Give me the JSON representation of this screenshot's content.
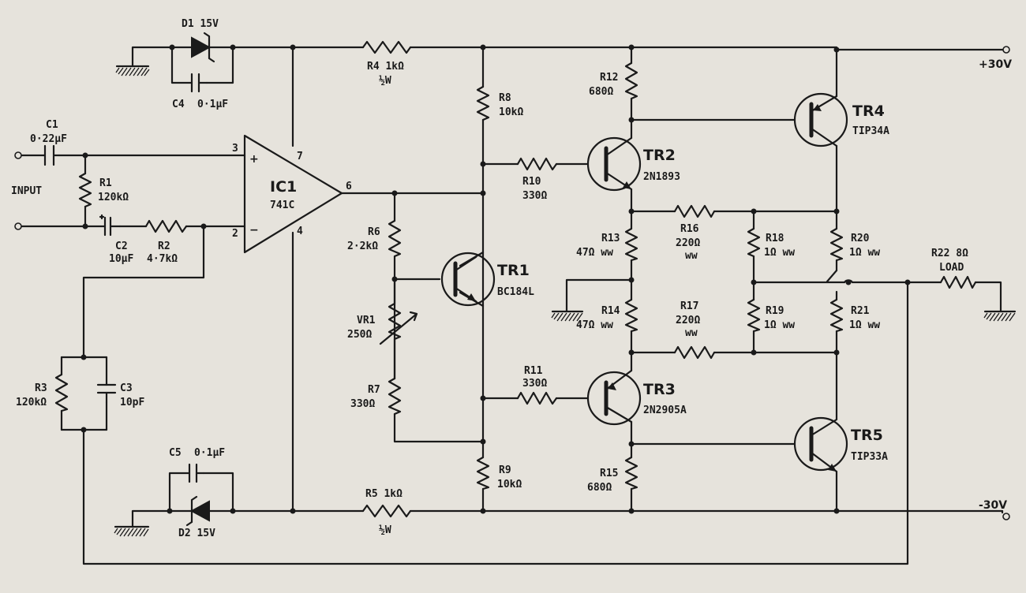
{
  "supply": {
    "pos": "+30V",
    "neg": "-30V"
  },
  "input_label": "INPUT",
  "load": {
    "ref": "R22 8Ω",
    "label": "LOAD"
  },
  "opamp": {
    "ref": "IC1",
    "part": "741C",
    "pins": [
      "3",
      "2",
      "7",
      "4",
      "6"
    ],
    "plus": "+",
    "minus": "−"
  },
  "components": [
    {
      "ref": "C1",
      "value": "0·22μF"
    },
    {
      "ref": "R1",
      "value": "120kΩ"
    },
    {
      "ref": "C2",
      "value": "10μF"
    },
    {
      "ref": "R2",
      "value": "4·7kΩ"
    },
    {
      "ref": "R3",
      "value": "120kΩ"
    },
    {
      "ref": "C3",
      "value": "10pF"
    },
    {
      "ref": "D1 15V",
      "value": ""
    },
    {
      "ref": "C4",
      "value": "0·1μF"
    },
    {
      "ref": "C5",
      "value": "0·1μF"
    },
    {
      "ref": "D2 15V",
      "value": ""
    },
    {
      "ref": "R4 1kΩ",
      "value": "½W"
    },
    {
      "ref": "R5 1kΩ",
      "value": "½W"
    },
    {
      "ref": "R8",
      "value": "10kΩ"
    },
    {
      "ref": "R9",
      "value": "10kΩ"
    },
    {
      "ref": "R6",
      "value": "2·2kΩ"
    },
    {
      "ref": "VR1",
      "value": "250Ω"
    },
    {
      "ref": "R7",
      "value": "330Ω"
    },
    {
      "ref": "R10",
      "value": "330Ω"
    },
    {
      "ref": "R11",
      "value": "330Ω"
    },
    {
      "ref": "R12",
      "value": "680Ω"
    },
    {
      "ref": "R13",
      "value": "47Ω ww"
    },
    {
      "ref": "R14",
      "value": "47Ω ww"
    },
    {
      "ref": "R15",
      "value": "680Ω"
    },
    {
      "ref": "R16",
      "value": "220Ω",
      "note": "ww"
    },
    {
      "ref": "R17",
      "value": "220Ω",
      "note": "ww"
    },
    {
      "ref": "R18",
      "value": "1Ω ww"
    },
    {
      "ref": "R19",
      "value": "1Ω ww"
    },
    {
      "ref": "R20",
      "value": "1Ω ww"
    },
    {
      "ref": "R21",
      "value": "1Ω ww"
    }
  ],
  "transistors": [
    {
      "ref": "TR1",
      "part": "BC184L"
    },
    {
      "ref": "TR2",
      "part": "2N1893"
    },
    {
      "ref": "TR3",
      "part": "2N2905A"
    },
    {
      "ref": "TR4",
      "part": "TIP34A"
    },
    {
      "ref": "TR5",
      "part": "TIP33A"
    }
  ]
}
